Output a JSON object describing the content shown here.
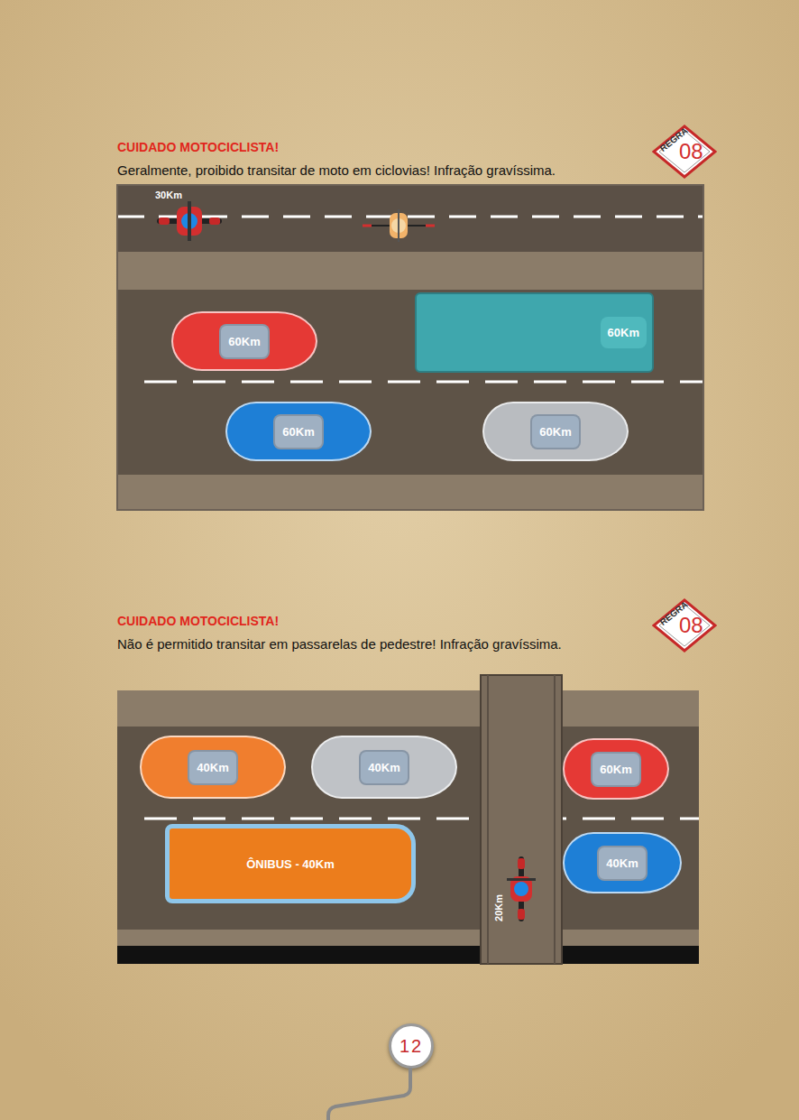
{
  "diagram": {
    "nodes": [
      {
        "text": [
          "REGRA",
          "08"
        ]
      },
      {
        "text": [
          "60Km"
        ]
      },
      {
        "text": [
          "60Km"
        ]
      },
      {
        "text": [
          "60Km"
        ]
      },
      {
        "text": [
          "60Km"
        ]
      },
      {
        "text": [
          "REGRA",
          "08"
        ]
      },
      {
        "text": [
          "40Km"
        ]
      },
      {
        "text": [
          "40Km"
        ]
      },
      {
        "text": [
          "60Km"
        ]
      },
      {
        "text": [
          "ÔNIBUS - 40Km"
        ]
      },
      {
        "text": [
          "40Km"
        ]
      },
      {
        "text": [
          "12"
        ]
      }
    ],
    "labels": [
      "CUIDADO MOTOCICLISTA!",
      "Geralmente, proibido transitar de moto em ciclovias! Infração gravíssima.",
      "30Km",
      "CUIDADO MOTOCICLISTA!",
      "Não é permitido transitar em passarelas de pedestre! Infração gravíssima.",
      "20Km"
    ]
  }
}
